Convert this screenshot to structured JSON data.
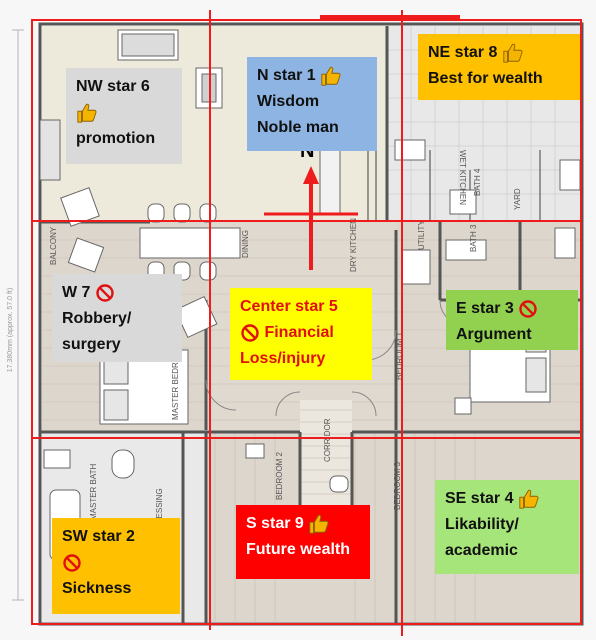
{
  "compass": {
    "north_letter": "N"
  },
  "colors": {
    "grid_red": "#ee1c1c",
    "nw": "#d9d9d9",
    "n": "#8db4e2",
    "ne": "#ffc000",
    "w": "#d9d9d9",
    "center": "#ffff00",
    "e": "#92d050",
    "sw": "#ffc000",
    "s": "#ff0000",
    "se": "#a6e57a"
  },
  "sectors": {
    "nw": {
      "title": "NW  star 6",
      "icon": "thumbs-up-icon",
      "text": "promotion"
    },
    "n": {
      "title": "N star 1",
      "icon": "thumbs-up-icon",
      "line1": "Wisdom",
      "line2": "Noble man"
    },
    "ne": {
      "title": "NE star 8",
      "icon": "thumbs-up-icon",
      "line1": "Best for wealth"
    },
    "w": {
      "title": "W  7",
      "icon": "no-entry-icon",
      "line1": "Robbery/",
      "line2": "surgery"
    },
    "center": {
      "title": "Center star 5",
      "icon": "no-entry-icon",
      "line1": "Financial",
      "line2": "Loss/injury"
    },
    "e": {
      "title": "E star 3",
      "icon": "no-entry-icon",
      "line1": "Argument"
    },
    "sw": {
      "title": "SW star 2",
      "icon": "no-entry-icon",
      "line1": "Sickness"
    },
    "s": {
      "title": "S  star 9",
      "icon": "thumbs-up-icon",
      "line1": "Future wealth"
    },
    "se": {
      "title": "SE  star 4",
      "icon": "thumbs-up-icon",
      "line1": "Likability/",
      "line2": "academic"
    }
  },
  "plan_labels": {
    "balcony": "BALCONY",
    "dining": "DINING",
    "dry_kitchen": "DRY KITCHEN",
    "wet_kitchen": "WET KITCHEN",
    "utility": "UTILITY",
    "bath3": "BATH 3",
    "bath4": "BATH 4",
    "yard": "YARD",
    "master_bedroom": "MASTER BEDROOM",
    "master_bath": "MASTER BATH",
    "dressing": "DRESSING",
    "corridor": "CORRIDOR",
    "bedroom1": "BEDROOM 1",
    "bedroom2": "BEDROOM 2",
    "bedroom3": "BEDROOM 3",
    "dimension": "17.380mm (approx. 57.0 ft)"
  }
}
